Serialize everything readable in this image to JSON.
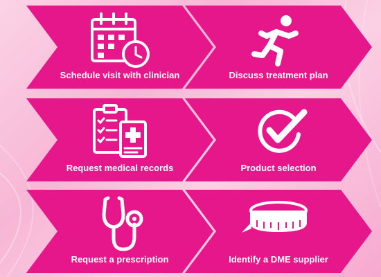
{
  "colors": {
    "chevron": "#e6178b",
    "background": "#f7b6d5",
    "icon": "#ffffff"
  },
  "steps": [
    {
      "label": "Schedule visit with clinician",
      "icon": "calendar-clock-icon"
    },
    {
      "label": "Discuss treatment plan",
      "icon": "running-person-icon"
    },
    {
      "label": "Request medical records",
      "icon": "clipboard-medical-icon"
    },
    {
      "label": "Product selection",
      "icon": "checkmark-circle-icon"
    },
    {
      "label": "Request a prescription",
      "icon": "stethoscope-icon"
    },
    {
      "label": "Identify a DME supplier",
      "icon": "measuring-tape-icon"
    }
  ]
}
